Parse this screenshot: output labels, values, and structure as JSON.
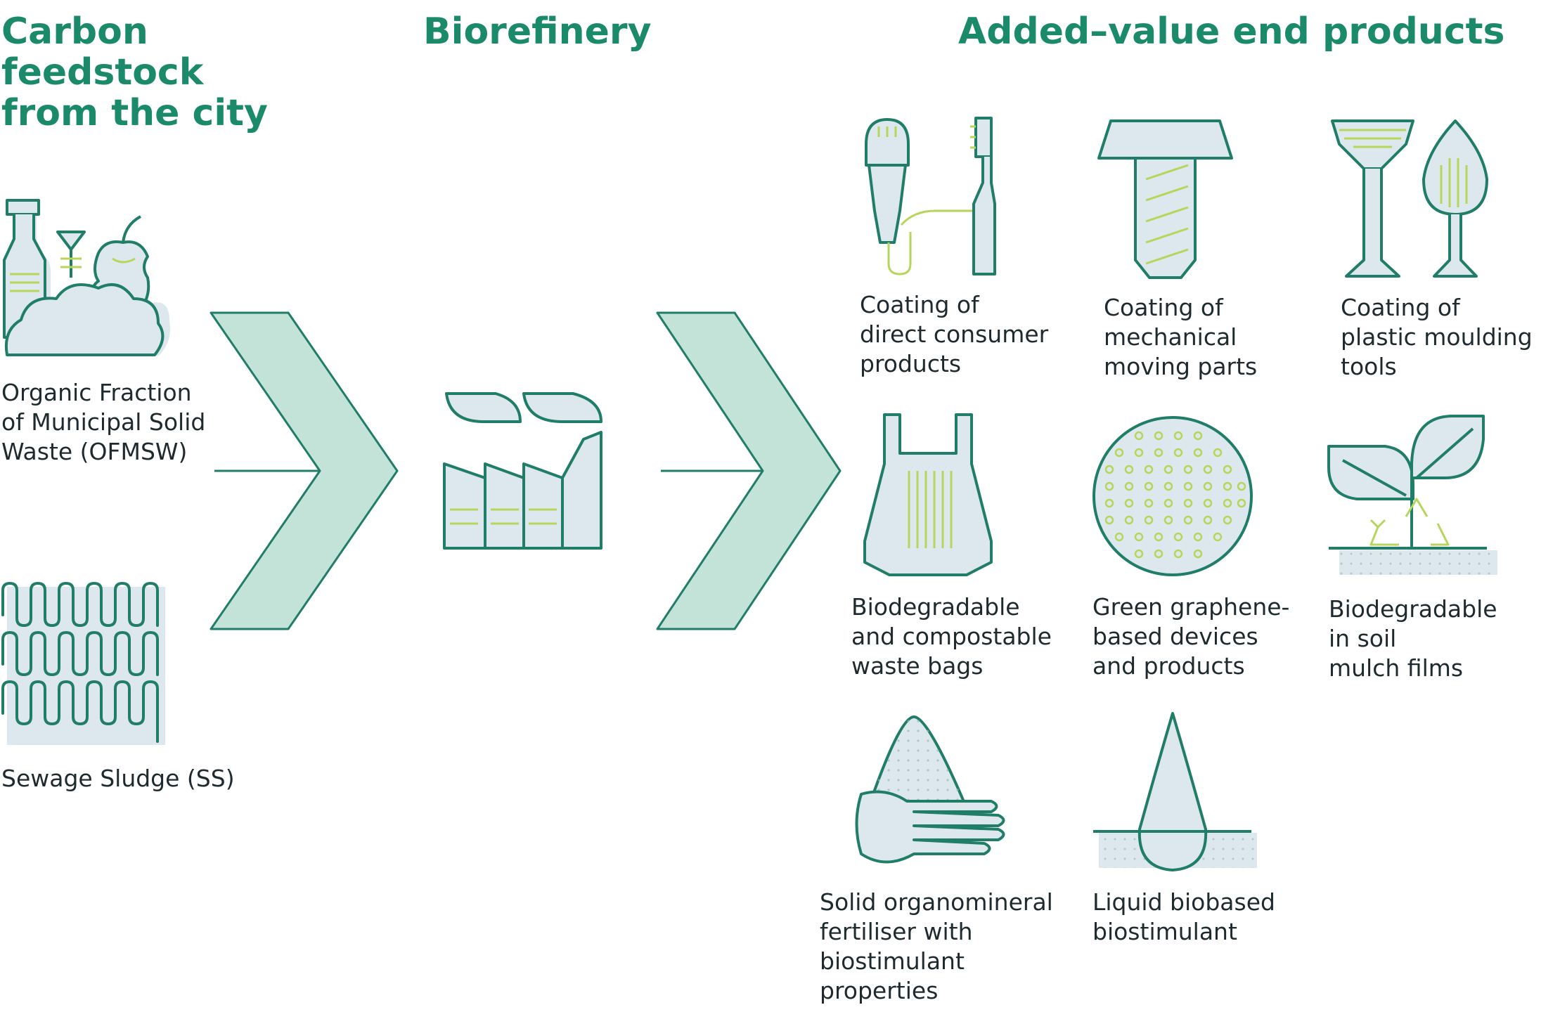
{
  "headings": {
    "feedstock": [
      "Carbon",
      "feedstock",
      "from the city"
    ],
    "biorefinery": "Biorefinery",
    "end_products": "Added–value end products"
  },
  "inputs": [
    {
      "icon": "organic-waste-icon",
      "lines": [
        "Organic Fraction",
        "of Municipal Solid",
        "Waste (OFMSW)"
      ]
    },
    {
      "icon": "sewage-sludge-icon",
      "lines": [
        "Sewage Sludge (SS)"
      ]
    }
  ],
  "products": [
    {
      "icon": "consumer-products-icon",
      "lines": [
        "Coating of",
        "direct consumer",
        "products"
      ]
    },
    {
      "icon": "screw-icon",
      "lines": [
        "Coating of",
        "mechanical",
        "moving parts"
      ]
    },
    {
      "icon": "moulding-tools-icon",
      "lines": [
        "Coating of",
        "plastic moulding",
        "tools"
      ]
    },
    {
      "icon": "waste-bag-icon",
      "lines": [
        "Biodegradable",
        "and compostable",
        "waste bags"
      ]
    },
    {
      "icon": "graphene-icon",
      "lines": [
        "Green graphene-",
        "based devices",
        "and products"
      ]
    },
    {
      "icon": "plant-icon",
      "lines": [
        "Biodegradable",
        "in soil",
        "mulch films"
      ]
    },
    {
      "icon": "fertiliser-icon",
      "lines": [
        "Solid organomineral",
        "fertiliser with",
        "biostimulant",
        "properties"
      ]
    },
    {
      "icon": "biostimulant-drop-icon",
      "lines": [
        "Liquid biobased",
        "biostimulant"
      ]
    }
  ],
  "colors": {
    "heading": "#1a8a6b",
    "stroke": "#1f7d68",
    "fill": "#dde8ee",
    "accent": "#b5d65b",
    "arrow": "#c3e3d8"
  }
}
